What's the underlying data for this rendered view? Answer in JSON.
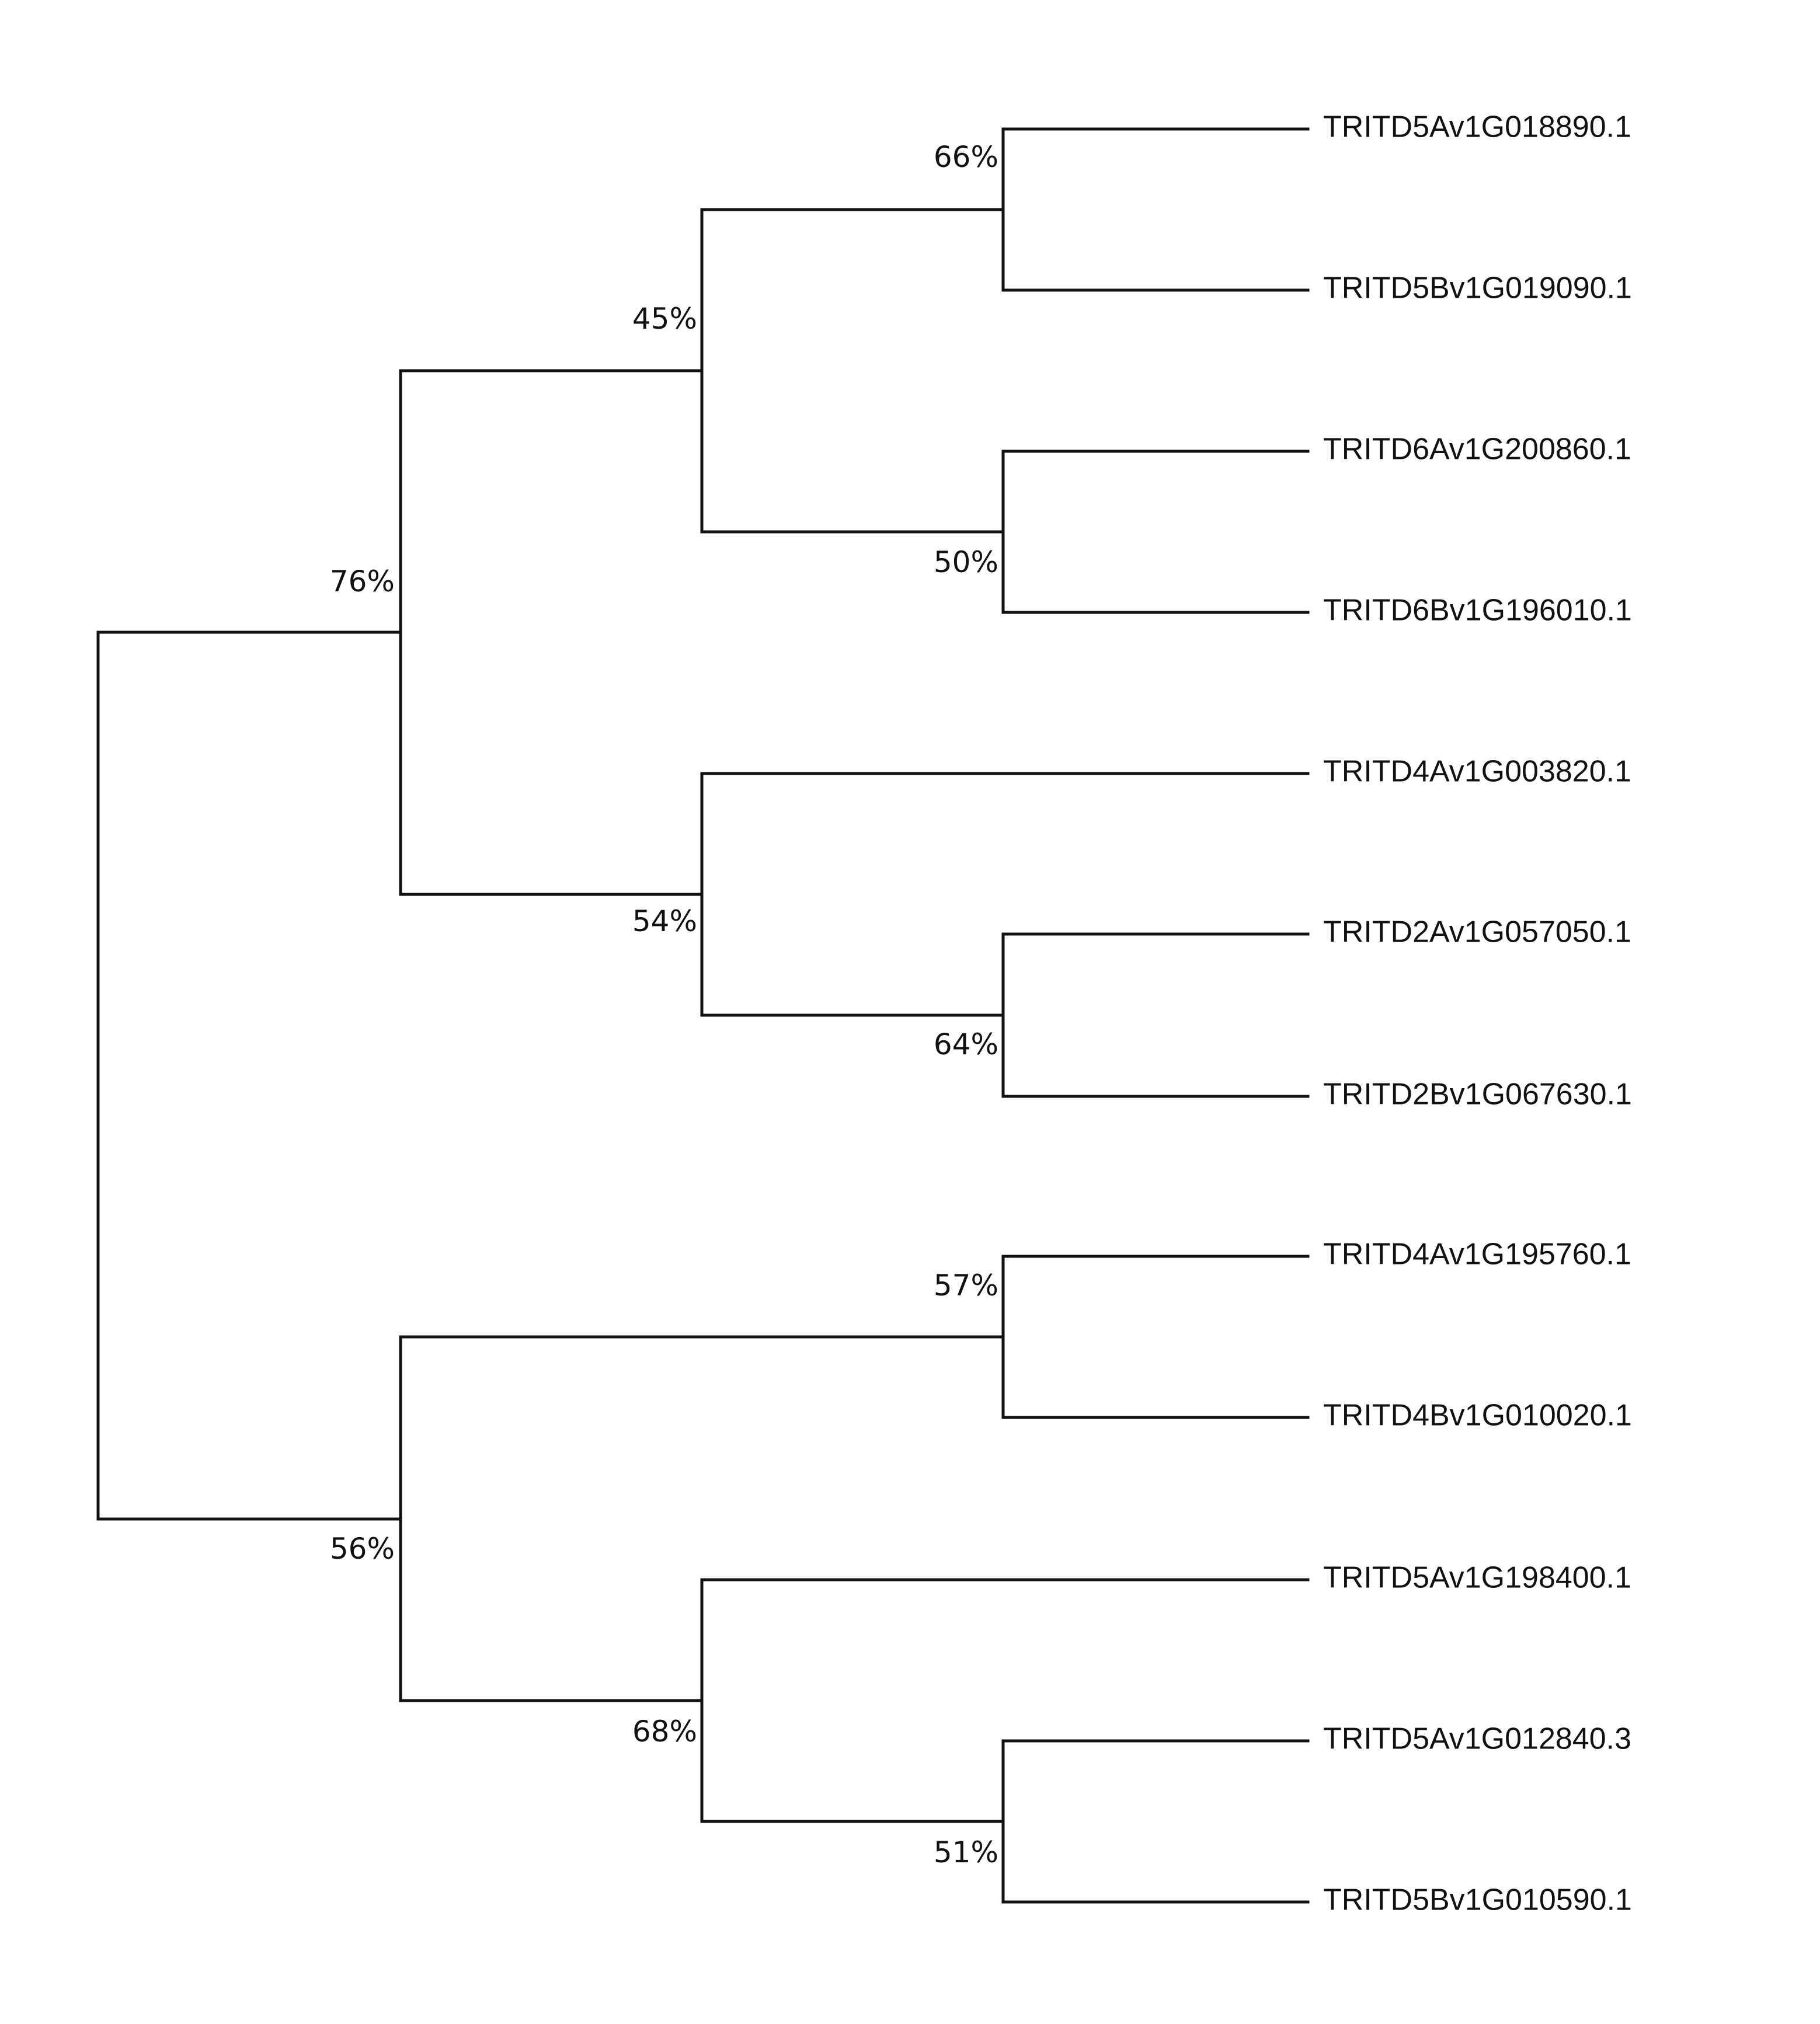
{
  "tree": {
    "leaves": [
      "TRITD5Av1G018890.1",
      "TRITD5Bv1G019090.1",
      "TRITD6Av1G200860.1",
      "TRITD6Bv1G196010.1",
      "TRITD4Av1G003820.1",
      "TRITD2Av1G057050.1",
      "TRITD2Bv1G067630.1",
      "TRITD4Av1G195760.1",
      "TRITD4Bv1G010020.1",
      "TRITD5Av1G198400.1",
      "TRITD5Av1G012840.3",
      "TRITD5Bv1G010590.1"
    ],
    "supports": [
      "66%",
      "50%",
      "45%",
      "64%",
      "54%",
      "76%",
      "57%",
      "51%",
      "68%",
      "56%"
    ]
  }
}
